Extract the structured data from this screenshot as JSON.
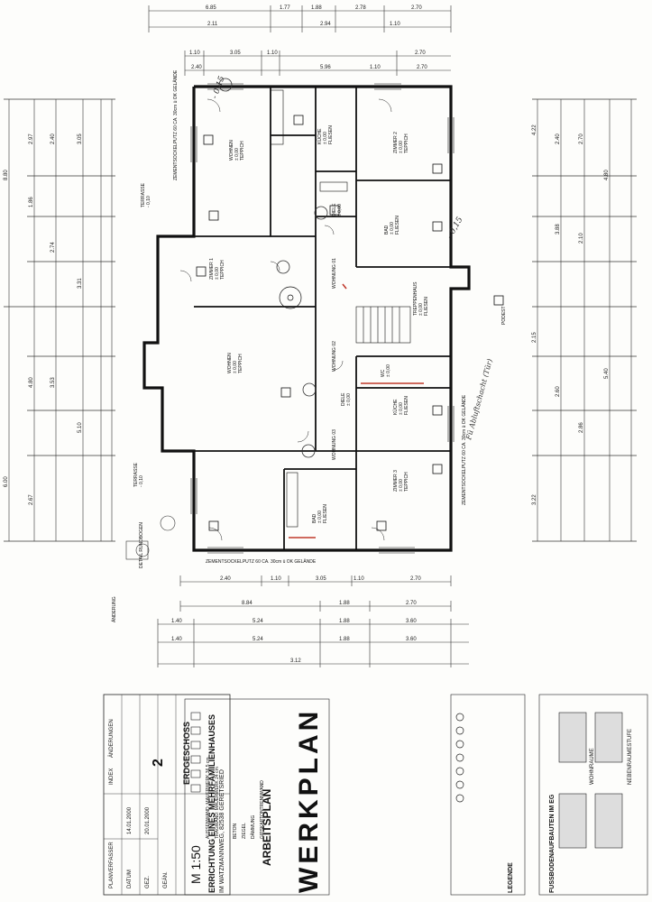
{
  "plan": {
    "floor": "ERDGESCHOSS",
    "floor_number": "2",
    "big_title": "WERKPLAN",
    "project_title": "ERRICHTUNG EINES MEHRFAMILIENHAUSES",
    "address": "IM WATZMANNWEG, 82538 GERETSRIED",
    "plan_type": "ARBEITSPLAN",
    "scale": "M 1:50",
    "legend_title": "LEGENDE",
    "section_title_1": "FUSSBODENAUFBAUTEN IM EG",
    "section_title_2": "WOHNRAUME",
    "section_title_3": "NEBENRAUMESTUFE"
  },
  "top_dims": {
    "row1": [
      "6.85",
      "1.77",
      "1.88",
      "2.78",
      "2.70"
    ],
    "row2": [
      "2.11",
      "2.94",
      "1.10"
    ],
    "row3": [
      "1.10",
      "3.05",
      "1.10",
      "2.70"
    ],
    "row4": [
      "2.40",
      "5.96",
      "1.10",
      "2.70"
    ]
  },
  "bottom_dims": {
    "row1": [
      "2.40",
      "1.10",
      "3.05",
      "1.10",
      "2.70"
    ],
    "row2": [
      "8.84",
      "1.88",
      "2.70"
    ],
    "row3": [
      "1.40",
      "5.24",
      "1.88",
      "3.60"
    ],
    "row4": [
      "1.40",
      "5.24",
      "1.88",
      "3.60"
    ],
    "row5": [
      "3.12"
    ]
  },
  "left_dims": [
    "8.80",
    "2.97",
    "2.40",
    "3.05",
    "1.86",
    "2.74",
    "3.31",
    "6.00",
    "4.80",
    "3.53",
    "5.10",
    "2.67"
  ],
  "right_dims": [
    "4.22",
    "2.40",
    "2.70",
    "4.80",
    "3.88",
    "2.10",
    "2.15",
    "5.40",
    "2.60",
    "2.86",
    "3.22"
  ],
  "rooms": [
    {
      "name": "WOHNEN",
      "sub": "± 0,00",
      "floor": "TEPPICH"
    },
    {
      "name": "KÜCHE",
      "sub": "± 0,00",
      "floor": "FLIESEN"
    },
    {
      "name": "ZIMMER 2",
      "sub": "± 0,00",
      "floor": "TEPPICH"
    },
    {
      "name": "DIELE",
      "sub": "± 0,00",
      "floor": "FLIESEN"
    },
    {
      "name": "BAD",
      "sub": "± 0,00",
      "floor": "FLIESEN"
    },
    {
      "name": "ZIMMER 1",
      "sub": "± 0,00",
      "floor": "TEPPICH"
    },
    {
      "name": "WOHNUNG 01",
      "sub": "",
      "floor": ""
    },
    {
      "name": "TREPPENHAUS",
      "sub": "± 0,00",
      "floor": "FLIESEN"
    },
    {
      "name": "WOHNEN",
      "sub": "± 0,00",
      "floor": "TEPPICH"
    },
    {
      "name": "WOHNUNG 02",
      "sub": "",
      "floor": ""
    },
    {
      "name": "WC",
      "sub": "± 0,00",
      "floor": "FLIESEN"
    },
    {
      "name": "DIELE",
      "sub": "± 0,00",
      "floor": "FLIESEN"
    },
    {
      "name": "KÜCHE",
      "sub": "± 0,00",
      "floor": "FLIESEN"
    },
    {
      "name": "ZIMMER 3",
      "sub": "± 0,00",
      "floor": "TEPPICH"
    },
    {
      "name": "BAD",
      "sub": "± 0,00",
      "floor": "FLIESEN"
    },
    {
      "name": "WOHNUNG 03",
      "sub": "",
      "floor": ""
    }
  ],
  "notes": {
    "terrace1": "TERRASSE",
    "terrace1_level": "- 0,10",
    "terrace2": "TERRASSE",
    "terrace2_level": "- 0,10",
    "sockel_top": "ZEMENTSOCKELPUTZ 60 CA. 30cm ü OK GELÄNDE",
    "sockel_bottom": "ZEMENTSOCKELPUTZ 60 CA. 30cm ü OK GELÄNDE",
    "sockel_right": "ZEMENTSOCKELPUTZ 60 CA. 30cm ü OK GELÄNDE",
    "podest": "PODEST",
    "detail": "DETAIL RUNDBOGEN",
    "aenderung": "ÄNDERUNG",
    "hand_1": "- 0,15",
    "hand_2": "- 0,15",
    "hand_3": "Fü Abluftschacht (Tür)"
  },
  "title_block": {
    "rows": [
      "PLANVERFASSER",
      "DATUM",
      "GEZ.",
      "GEÄN."
    ],
    "date_1": "14.01.2000",
    "date_2": "20.01.2000",
    "index_label": "INDEX",
    "aenderungen": "ÄNDERUNGEN"
  },
  "legend_items": [
    "AUSSENWAND: MAUERWERK 36,5 cm",
    "TRAGWAND: MAUERWERK 24 cm",
    "BETON",
    "ZIEGEL",
    "DÄMMUNG",
    "GIPSKARTONTRENNWAND"
  ]
}
